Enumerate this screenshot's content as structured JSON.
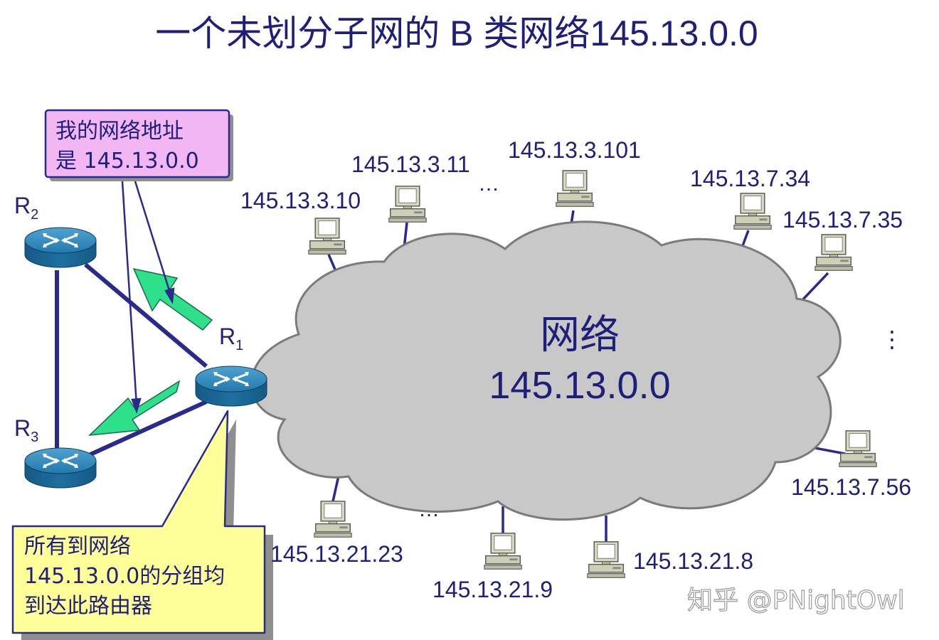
{
  "title": "一个未划分子网的 B 类网络145.13.0.0",
  "cloud": {
    "label_line1": "网络",
    "label_line2": "145.13.0.0",
    "fill": "#c8c8c8"
  },
  "routers": {
    "r1": {
      "letter": "R",
      "sub": "1"
    },
    "r2": {
      "letter": "R",
      "sub": "2"
    },
    "r3": {
      "letter": "R",
      "sub": "3"
    },
    "color": "#1e6fa0"
  },
  "callout_top": {
    "line1": "我的网络地址",
    "line2": "是 145.13.0.0",
    "fill": "#f2b6f2"
  },
  "callout_bottom": {
    "line1": "所有到网络",
    "line2": "145.13.0.0的分组均",
    "line3": "到达此路由器",
    "fill": "#ffff99"
  },
  "hosts": [
    "145.13.3.10",
    "145.13.3.11",
    "145.13.3.101",
    "145.13.7.34",
    "145.13.7.35",
    "145.13.7.56",
    "145.13.21.8",
    "145.13.21.9",
    "145.13.21.23"
  ],
  "ellipsis": {
    "top": "…",
    "right": "⋮",
    "bottom": "…"
  },
  "colors": {
    "text": "#1f1f7a",
    "link": "#2a2a8c",
    "arrow_fill": "#2ee08a"
  },
  "watermark": "知乎 @PNightOwl"
}
